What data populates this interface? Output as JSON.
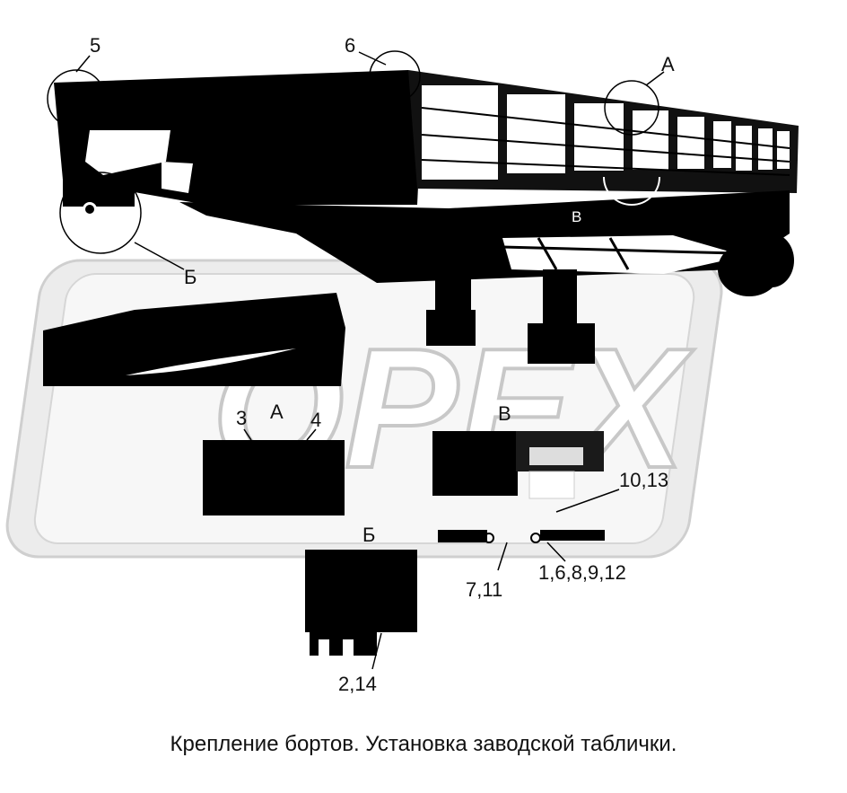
{
  "watermark": {
    "text": "OPEX",
    "color": "#e3e3e3",
    "outline": "#c8c8c8"
  },
  "callouts": {
    "c5": "5",
    "c6": "6",
    "cA": "А",
    "cB_circle": "В",
    "cBe": "Б"
  },
  "detail_views": {
    "A": {
      "title": "А",
      "left_label": "3",
      "right_label": "4"
    },
    "V": {
      "title": "В",
      "label_top": "10,13",
      "label_bottom_right": "1,6,8,9,12",
      "label_bottom_left": "7,11"
    },
    "B": {
      "title": "Б",
      "label_bottom": "2,14"
    }
  },
  "caption": "Крепление бортов. Установка заводской таблички.",
  "colors": {
    "ink": "#000000",
    "panel": "#ffffff"
  }
}
